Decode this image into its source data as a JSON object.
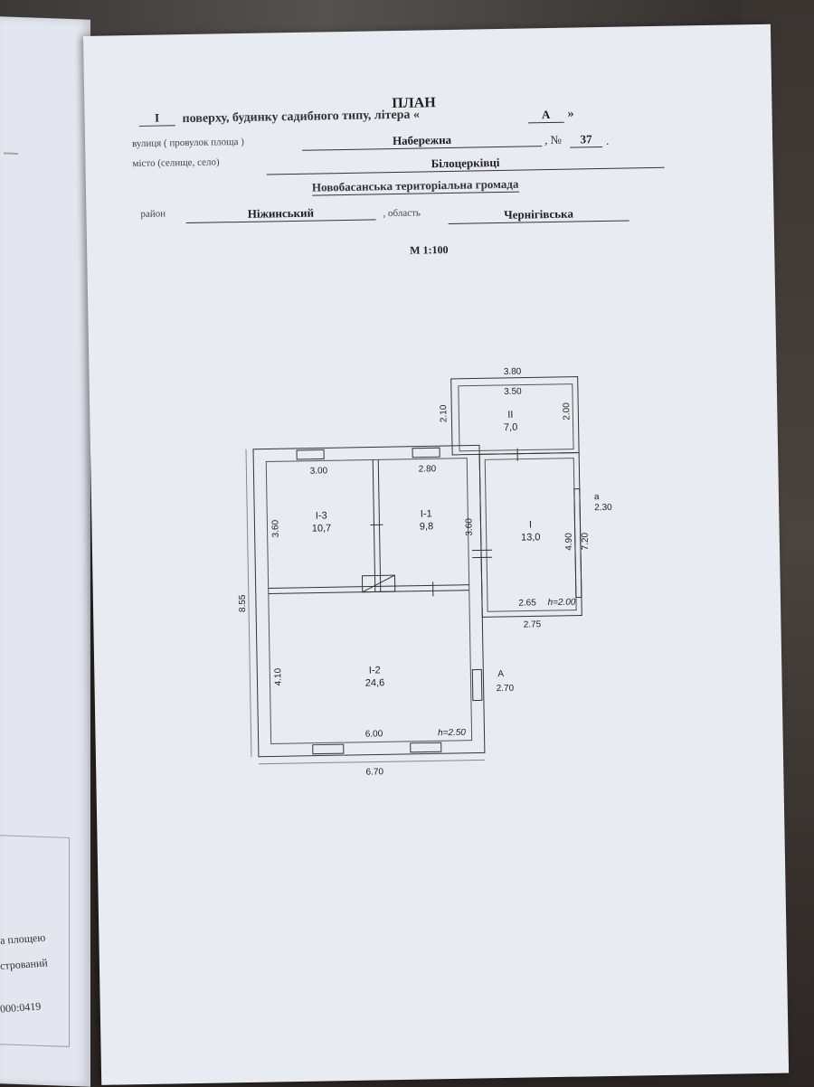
{
  "plan": {
    "title": "ПЛАН",
    "floor_value": "I",
    "floor_text": "поверху, будинку садибного типу, літера «",
    "litera_value": "А",
    "litera_close": "»",
    "street_label": "вулиця ( провулок площа )",
    "street_value": "Набережна",
    "number_label": ", №",
    "number_value": "37",
    "number_end": ".",
    "city_label": "місто (селище, село)",
    "city_value": "Білоцерківці",
    "community_value": "Новобасанська територіальна громада",
    "district_label": "район",
    "district_value": "Ніжинський",
    "region_label": ", область",
    "region_value": "Чернігівська",
    "scale": "М 1:100"
  },
  "rooms": [
    {
      "id": "II",
      "area": "7,0"
    },
    {
      "id": "I-3",
      "area": "10,7"
    },
    {
      "id": "I-1",
      "area": "9,8"
    },
    {
      "id": "I",
      "area": "13,0"
    },
    {
      "id": "I-2",
      "area": "24,6"
    }
  ],
  "dimensions": {
    "d380": "3.80",
    "d350": "3.50",
    "d210": "2.10",
    "d200": "2.00",
    "d300": "3.00",
    "d280": "2.80",
    "d360a": "3.60",
    "d360b": "3.60",
    "d490": "4.90",
    "d720": "7.20",
    "d230": "2.30",
    "d265": "2.65",
    "h200": "h=2.00",
    "d275": "2.75",
    "d855": "8.55",
    "d410": "4.10",
    "d270": "2.70",
    "d600": "6.00",
    "h250": "h=2.50",
    "d670": "6.70",
    "label_a": "а",
    "label_A": "А"
  },
  "left_page": {
    "frag1": "а площею",
    "frag2": "стрований",
    "frag3": "000:0419"
  }
}
